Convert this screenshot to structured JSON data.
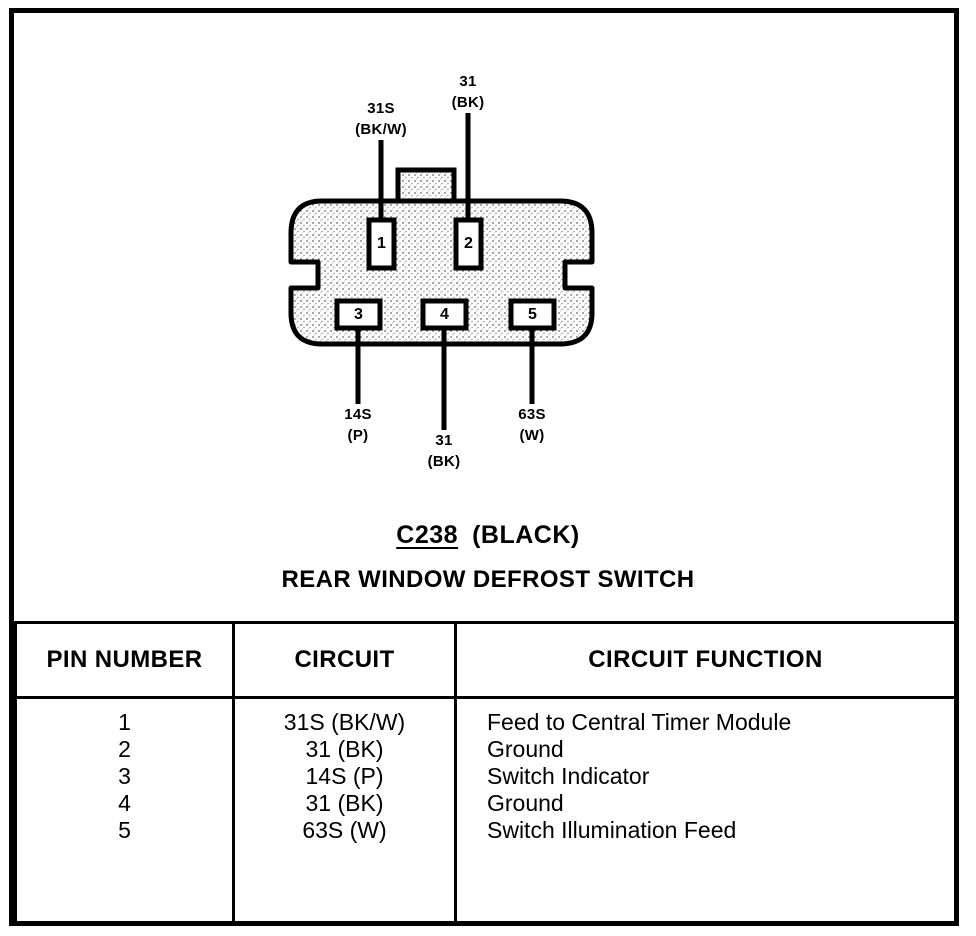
{
  "diagram": {
    "connector_id": "C238",
    "connector_color": "(BLACK)",
    "component_name": "REAR WINDOW DEFROST SWITCH",
    "wires_top": [
      {
        "pin": "1",
        "circuit": "31S",
        "color": "(BK/W)"
      },
      {
        "pin": "2",
        "circuit": "31",
        "color": "(BK)"
      }
    ],
    "wires_bottom": [
      {
        "pin": "3",
        "circuit": "14S",
        "color": "(P)"
      },
      {
        "pin": "4",
        "circuit": "31",
        "color": "(BK)"
      },
      {
        "pin": "5",
        "circuit": "63S",
        "color": "(W)"
      }
    ],
    "pin_labels": [
      "1",
      "2",
      "3",
      "4",
      "5"
    ]
  },
  "table": {
    "headers": [
      "PIN NUMBER",
      "CIRCUIT",
      "CIRCUIT FUNCTION"
    ],
    "rows": [
      {
        "pin": "1",
        "circuit": "31S (BK/W)",
        "function": "Feed to Central Timer Module"
      },
      {
        "pin": "2",
        "circuit": "31 (BK)",
        "function": "Ground"
      },
      {
        "pin": "3",
        "circuit": "14S (P)",
        "function": "Switch Indicator"
      },
      {
        "pin": "4",
        "circuit": "31 (BK)",
        "function": "Ground"
      },
      {
        "pin": "5",
        "circuit": "63S (W)",
        "function": "Switch Illumination Feed"
      }
    ]
  },
  "colors": {
    "line": "#000000",
    "background": "#ffffff",
    "connector_fill": "#d8d8d8"
  }
}
